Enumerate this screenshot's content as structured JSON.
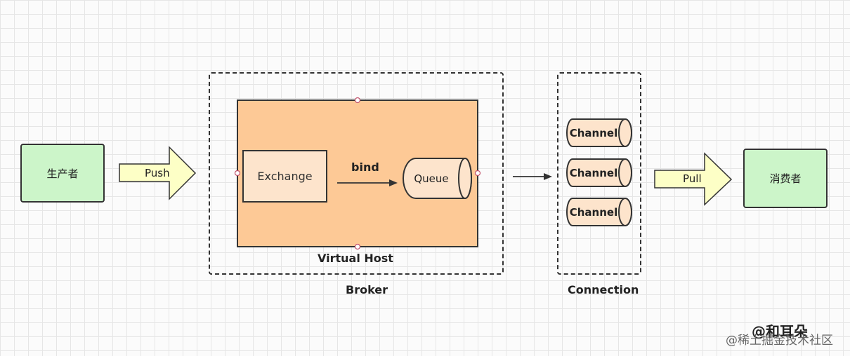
{
  "producer": {
    "label": "生产者"
  },
  "consumer": {
    "label": "消费者"
  },
  "push_arrow": {
    "label": "Push"
  },
  "pull_arrow": {
    "label": "Pull"
  },
  "broker": {
    "label": "Broker"
  },
  "virtual_host": {
    "label": "Virtual Host"
  },
  "exchange": {
    "label": "Exchange"
  },
  "bind": {
    "label": "bind"
  },
  "queue": {
    "label": "Queue"
  },
  "connection": {
    "label": "Connection",
    "channels": [
      {
        "label": "Channel"
      },
      {
        "label": "Channel"
      },
      {
        "label": "Channel"
      }
    ]
  },
  "watermark": {
    "author": "@和耳朵",
    "site": "@稀土掘金技术社区"
  },
  "colors": {
    "green": "#ccf5c9",
    "vhost_orange": "#fdc996",
    "light_orange": "#fde4cc",
    "arrow_yellow": "#fdffc6"
  }
}
